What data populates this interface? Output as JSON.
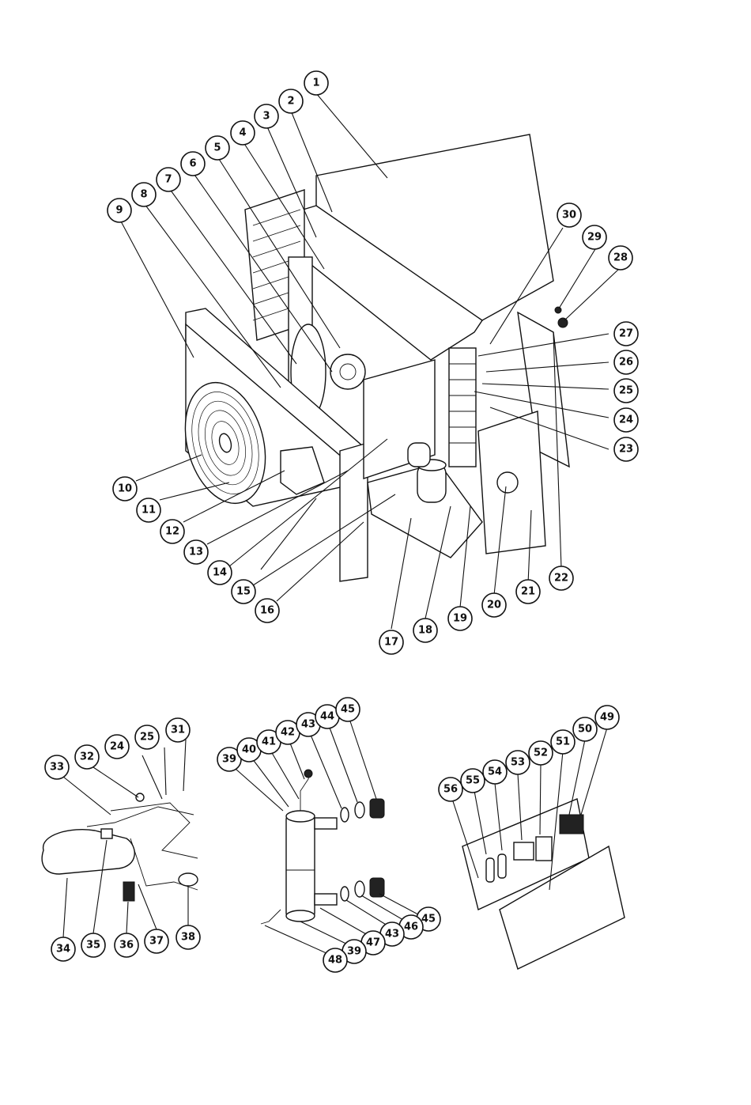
{
  "diagram": {
    "main_callouts": [
      "1",
      "2",
      "3",
      "4",
      "5",
      "6",
      "7",
      "8",
      "9",
      "10",
      "11",
      "12",
      "13",
      "14",
      "15",
      "16",
      "17",
      "18",
      "19",
      "20",
      "21",
      "22",
      "23",
      "24",
      "25",
      "26",
      "27",
      "28",
      "29",
      "30"
    ],
    "piping_callouts": [
      "31",
      "25",
      "24",
      "32",
      "33",
      "34",
      "35",
      "36",
      "37",
      "38"
    ],
    "exchanger_callouts": [
      "39",
      "40",
      "41",
      "42",
      "43",
      "44",
      "45",
      "45",
      "46",
      "43",
      "47",
      "39",
      "48"
    ],
    "electrical_callouts": [
      "56",
      "55",
      "54",
      "53",
      "52",
      "51",
      "50",
      "49"
    ]
  }
}
